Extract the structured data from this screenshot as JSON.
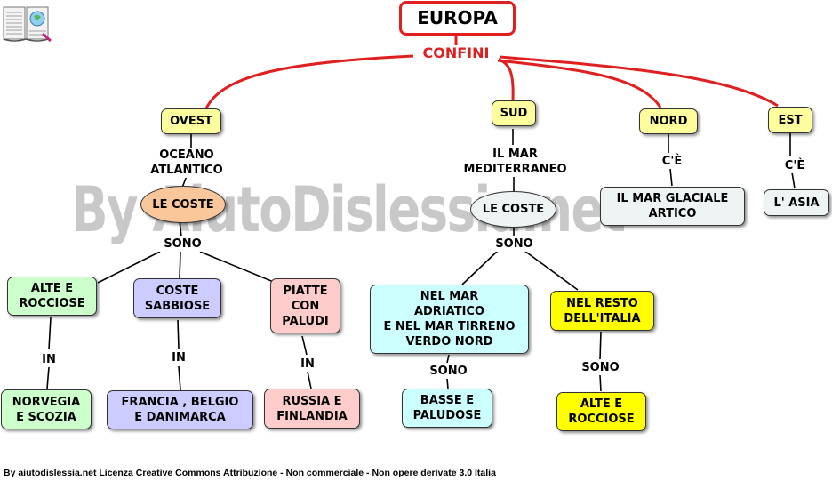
{
  "watermark": "By AiutoDislessia.net",
  "footer": "By aiutodislessia.net Licenza Creative Commons Attribuzione - Non commerciale - Non opere derivate 3.0 Italia",
  "colors": {
    "red_line": "#e02020",
    "yellow": "#fdfd9e",
    "orange": "#f9c79a",
    "green": "#ccffcc",
    "lavender": "#ccccff",
    "pink": "#ffcccc",
    "cyan": "#ccffff",
    "bright_yellow": "#ffff00",
    "pale": "#eef4f4"
  },
  "map": {
    "title": "EUROPA",
    "confini": "CONFINI",
    "west": {
      "label": "OVEST",
      "ocean": "OCEANO\nATLANTICO",
      "coste": "LE COSTE",
      "sono": "SONO",
      "branches": [
        {
          "type": "ALTE E\nROCCIOSE",
          "in": "IN",
          "places": "NORVEGIA\nE SCOZIA"
        },
        {
          "type": "COSTE\nSABBIOSE",
          "in": "IN",
          "places": "FRANCIA , BELGIO\nE DANIMARCA"
        },
        {
          "type": "PIATTE\nCON\nPALUDI",
          "in": "IN",
          "places": "RUSSIA E\nFINLANDIA"
        }
      ]
    },
    "south": {
      "label": "SUD",
      "sea": "IL MAR\nMEDITERRANEO",
      "coste": "LE COSTE",
      "sono": "SONO",
      "branches": [
        {
          "type": "NEL MAR\nADRIATICO\nE NEL MAR TIRRENO\nVERDO NORD",
          "sono": "SONO",
          "desc": "BASSE E\nPALUDOSE"
        },
        {
          "type": "NEL RESTO\nDELL'ITALIA",
          "sono": "SONO",
          "desc": "ALTE E\nROCCIOSE"
        }
      ]
    },
    "north": {
      "label": "NORD",
      "link": "C'È",
      "target": "IL MAR GLACIALE\nARTICO"
    },
    "east": {
      "label": "EST",
      "link": "C'È",
      "target": "L' ASIA"
    }
  }
}
